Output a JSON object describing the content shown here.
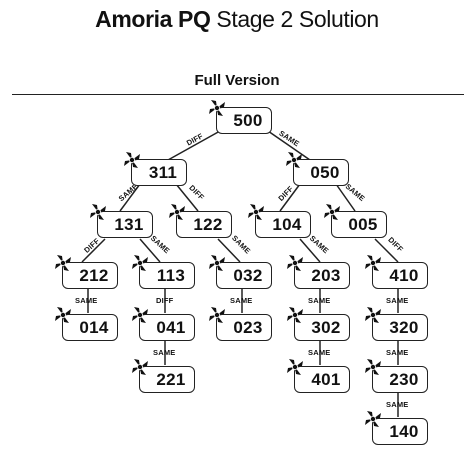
{
  "title": {
    "strong": "Amoria PQ",
    "light": " Stage 2 Solution"
  },
  "section_title": "Full Version",
  "nodes": {
    "n500": "500",
    "n311": "311",
    "n050": "050",
    "n131": "131",
    "n122": "122",
    "n104": "104",
    "n005": "005",
    "n212": "212",
    "n113": "113",
    "n032": "032",
    "n203": "203",
    "n410": "410",
    "n014": "014",
    "n041": "041",
    "n023": "023",
    "n302": "302",
    "n320": "320",
    "n221": "221",
    "n401": "401",
    "n230": "230",
    "n140": "140"
  },
  "edges": {
    "e500_311": "DIFF",
    "e500_050": "SAME",
    "e311_131": "SAME",
    "e311_122": "DIFF",
    "e050_104": "DIFF",
    "e050_005": "SAME",
    "e131_212": "DIFF",
    "e131_113": "SAME",
    "e122_032": "SAME",
    "e104_203": "SAME",
    "e005_410": "DIFF",
    "e212_014": "SAME",
    "e113_041": "DIFF",
    "e032_023": "SAME",
    "e203_302": "SAME",
    "e410_320": "SAME",
    "e041_221": "SAME",
    "e302_401": "SAME",
    "e320_230": "SAME",
    "e230_140": "SAME"
  },
  "icon": "fan-icon"
}
